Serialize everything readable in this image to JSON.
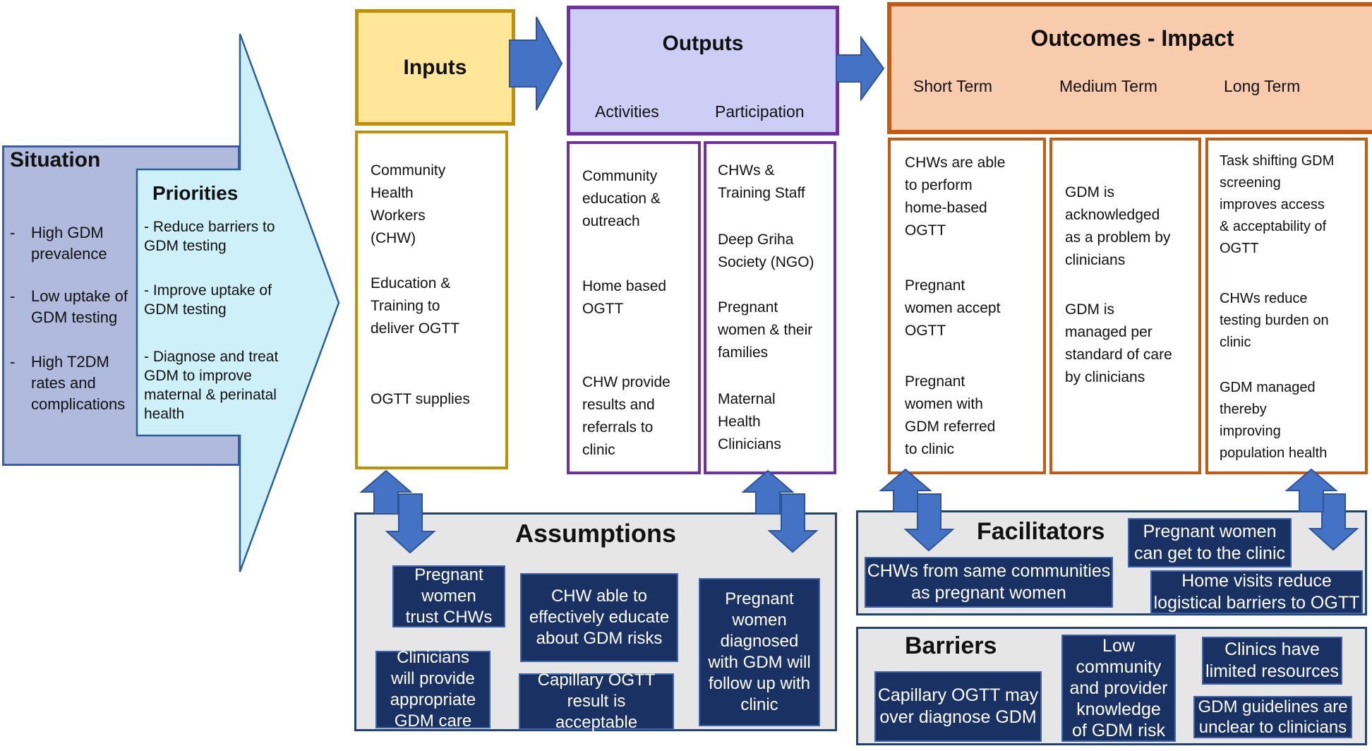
{
  "situation": {
    "title": "Situation",
    "items": [
      "High GDM\nprevalence",
      "Low uptake of\nGDM testing",
      "High T2DM\nrates and\ncomplications"
    ]
  },
  "priorities": {
    "title": "Priorities",
    "items": [
      "- Reduce barriers to\nGDM testing",
      "- Improve uptake of\nGDM testing",
      "- Diagnose and treat\nGDM to improve\nmaternal & perinatal\nhealth"
    ]
  },
  "inputs": {
    "title": "Inputs",
    "items": [
      "Community\nHealth\nWorkers\n(CHW)",
      "Education &\nTraining to\ndeliver OGTT",
      "OGTT supplies"
    ]
  },
  "outputs": {
    "title": "Outputs",
    "columns": [
      {
        "label": "Activities",
        "items": [
          "Community\neducation &\noutreach",
          "Home based\nOGTT",
          "CHW provide\nresults and\nreferrals to\nclinic"
        ]
      },
      {
        "label": "Participation",
        "items": [
          "CHWs &\nTraining Staff",
          "Deep Griha\nSociety  (NGO)",
          "Pregnant\nwomen & their\nfamilies",
          "Maternal\nHealth\nClinicians"
        ]
      }
    ]
  },
  "outcomes": {
    "title": "Outcomes - Impact",
    "columns": [
      {
        "label": "Short Term",
        "items": [
          "CHWs are able\nto perform\nhome-based\nOGTT",
          "Pregnant\nwomen accept\nOGTT",
          "Pregnant\nwomen with\nGDM referred\nto clinic"
        ]
      },
      {
        "label": "Medium Term",
        "items": [
          "GDM is\nacknowledged\nas a problem by\nclinicians",
          "GDM is\nmanaged per\nstandard of care\nby clinicians"
        ]
      },
      {
        "label": "Long Term",
        "items": [
          "Task shifting GDM\nscreening\nimproves access\n& acceptability of\nOGTT",
          "CHWs reduce\ntesting burden on\nclinic",
          "GDM managed\nthereby\nimproving\npopulation health"
        ]
      }
    ]
  },
  "assumptions": {
    "title": "Assumptions",
    "items": [
      "Pregnant\nwomen\ntrust CHWs",
      "CHW able to\neffectively  educate\nabout GDM risks",
      "Clinicians\nwill provide\nappropriate\nGDM care",
      "Capillary OGTT\nresult is\nacceptable",
      "Pregnant\nwomen\ndiagnosed\nwith GDM will\nfollow up with\nclinic"
    ]
  },
  "facilitators": {
    "title": "Facilitators",
    "items": [
      "CHWs from same communities\nas pregnant women",
      "Pregnant women\ncan get to the clinic",
      "Home visits reduce\nlogistical barriers to OGTT"
    ]
  },
  "barriers": {
    "title": "Barriers",
    "items": [
      "Capillary OGTT may\nover diagnose GDM",
      "Low\ncommunity\nand provider\nknowledge\nof GDM risk",
      "Clinics have\nlimited resources",
      "GDM guidelines are\nunclear to clinicians"
    ]
  },
  "colors": {
    "gold_border": "#BF9000",
    "gold_fill": "#FFE699",
    "purple_border": "#7030A0",
    "lavender_fill": "#CDCEF6",
    "orange_border": "#C55A11",
    "peach_fill": "#F8CBAD",
    "arrow_blue": "#4472C4",
    "arrow_blue_stroke": "#2F5597",
    "cyan_arrow_fill": "#CDF0F9",
    "cyan_arrow_stroke": "#2A6099",
    "situation_fill": "#AFBADC",
    "situation_border": "#3B5CA8",
    "panel_gray": "#E7E6E6",
    "panel_border": "#24436C",
    "navy_box": "#1A3263",
    "navy_box_border": "#3E64AE"
  }
}
